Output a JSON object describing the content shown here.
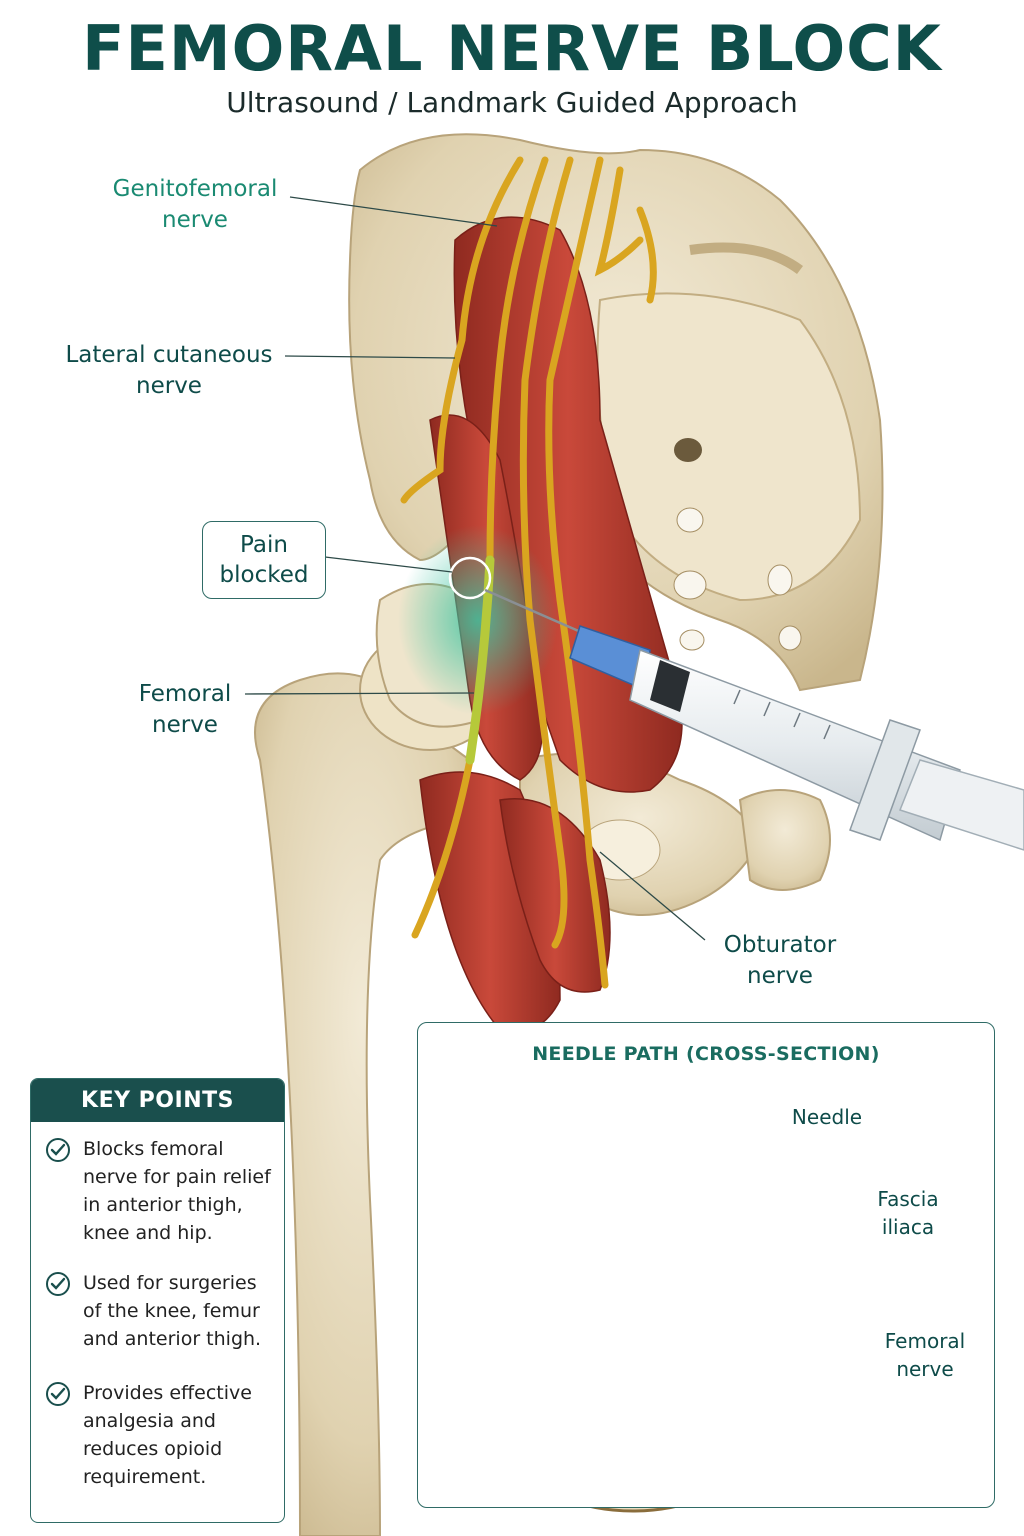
{
  "header": {
    "title": "FEMORAL NERVE BLOCK",
    "subtitle": "Ultrasound / Landmark Guided Approach"
  },
  "labels": {
    "genitofemoral_line1": "Genitofemoral",
    "genitofemoral_line2": "nerve",
    "lateral_cutaneous_line1": "Lateral cutaneous",
    "lateral_cutaneous_line2": "nerve",
    "pain_blocked_line1": "Pain",
    "pain_blocked_line2": "blocked",
    "femoral_line1": "Femoral",
    "femoral_line2": "nerve",
    "obturator_line1": "Obturator",
    "obturator_line2": "nerve"
  },
  "key_points": {
    "heading": "KEY POINTS",
    "items": [
      "Blocks femoral nerve for pain relief in anterior thigh, knee and hip.",
      "Used for surgeries of the knee, femur and anterior thigh.",
      "Provides effective analgesia and reduces opioid requirement."
    ]
  },
  "needle_path": {
    "title": "NEEDLE PATH (CROSS-SECTION)",
    "needle_label": "Needle",
    "fascia_line1": "Fascia",
    "fascia_line2": "iliaca",
    "femoral_line1": "Femoral",
    "femoral_line2": "nerve"
  },
  "colors": {
    "brand_teal": "#0f4e4a",
    "accent_green": "#1a8a72",
    "nerve_yellow": "#d9a520",
    "muscle_red": "#b8382b",
    "bone": "#e8dcc0",
    "anesthetic": "#3cc3a0"
  },
  "icons": [
    "check-circle-icon"
  ]
}
